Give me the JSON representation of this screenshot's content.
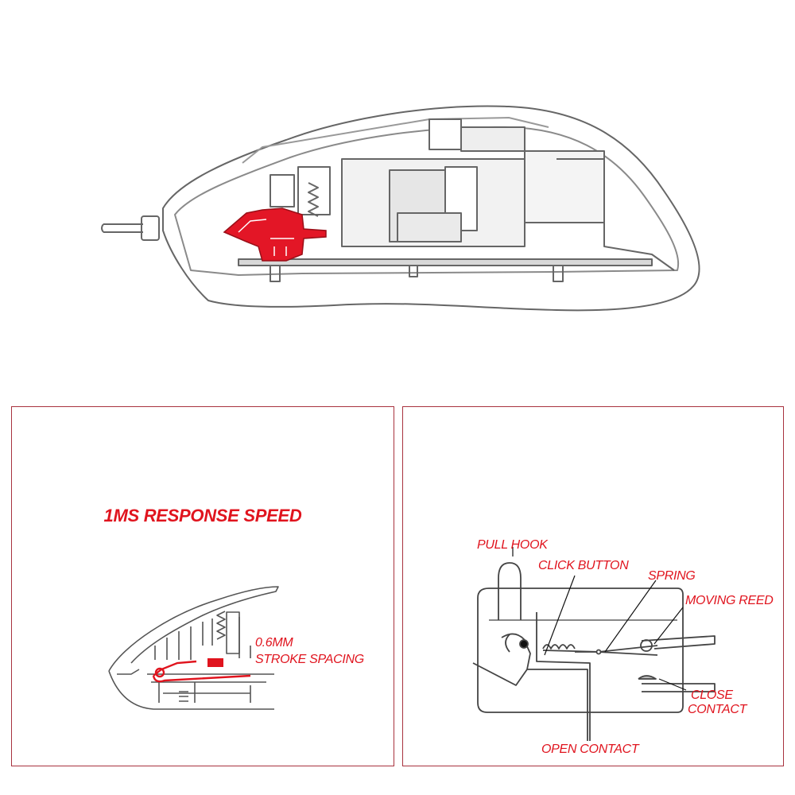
{
  "left_panel": {
    "title": "1MS RESPONSE SPEED",
    "stroke_label_line1": "0.6MM",
    "stroke_label_line2": "STROKE SPACING"
  },
  "right_panel": {
    "labels": {
      "pull_hook": "PULL HOOK",
      "click_button": "CLICK BUTTON",
      "spring": "SPRING",
      "moving_reed": "MOVING REED",
      "close_contact_line1": "CLOSE",
      "close_contact_line2": "CONTACT",
      "open_contact": "OPEN CONTACT"
    }
  },
  "colors": {
    "accent": "#e0141e",
    "panel_border": "#a8323e",
    "line_art": "#555555"
  }
}
